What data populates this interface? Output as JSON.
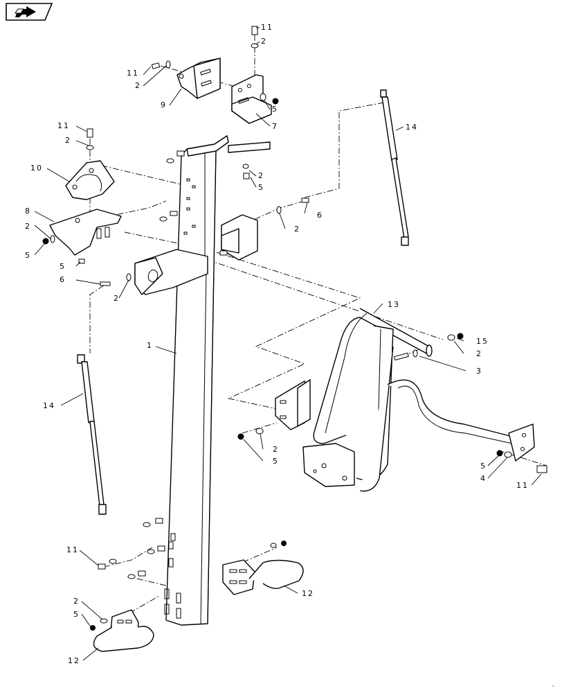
{
  "nav": {
    "icon": "next-page-arrow-icon"
  },
  "callouts": [
    {
      "id": "c11a",
      "text": "11"
    },
    {
      "id": "c2a",
      "text": "2"
    },
    {
      "id": "c11b",
      "text": "11"
    },
    {
      "id": "c2b",
      "text": "2"
    },
    {
      "id": "c9",
      "text": "9"
    },
    {
      "id": "c5a",
      "text": "5"
    },
    {
      "id": "c7",
      "text": "7"
    },
    {
      "id": "c14a",
      "text": "14"
    },
    {
      "id": "c11c",
      "text": "11"
    },
    {
      "id": "c2c",
      "text": "2"
    },
    {
      "id": "c10",
      "text": "10"
    },
    {
      "id": "c2d",
      "text": "2"
    },
    {
      "id": "c5b",
      "text": "5"
    },
    {
      "id": "c8",
      "text": "8"
    },
    {
      "id": "c2e",
      "text": "2"
    },
    {
      "id": "c6a",
      "text": "6"
    },
    {
      "id": "c2f",
      "text": "2"
    },
    {
      "id": "c5c",
      "text": "5"
    },
    {
      "id": "c5d",
      "text": "5"
    },
    {
      "id": "c6b",
      "text": "6"
    },
    {
      "id": "c2g",
      "text": "2"
    },
    {
      "id": "c13",
      "text": "13"
    },
    {
      "id": "c1",
      "text": "1"
    },
    {
      "id": "c15",
      "text": "15"
    },
    {
      "id": "c2h",
      "text": "2"
    },
    {
      "id": "c3",
      "text": "3"
    },
    {
      "id": "c14b",
      "text": "14"
    },
    {
      "id": "c2i",
      "text": "2"
    },
    {
      "id": "c5e",
      "text": "5"
    },
    {
      "id": "c5f",
      "text": "5"
    },
    {
      "id": "c4",
      "text": "4"
    },
    {
      "id": "c11d",
      "text": "11"
    },
    {
      "id": "c11e",
      "text": "11"
    },
    {
      "id": "c12a",
      "text": "12"
    },
    {
      "id": "c2j",
      "text": "2"
    },
    {
      "id": "c5g",
      "text": "5"
    },
    {
      "id": "c12b",
      "text": "12"
    }
  ]
}
